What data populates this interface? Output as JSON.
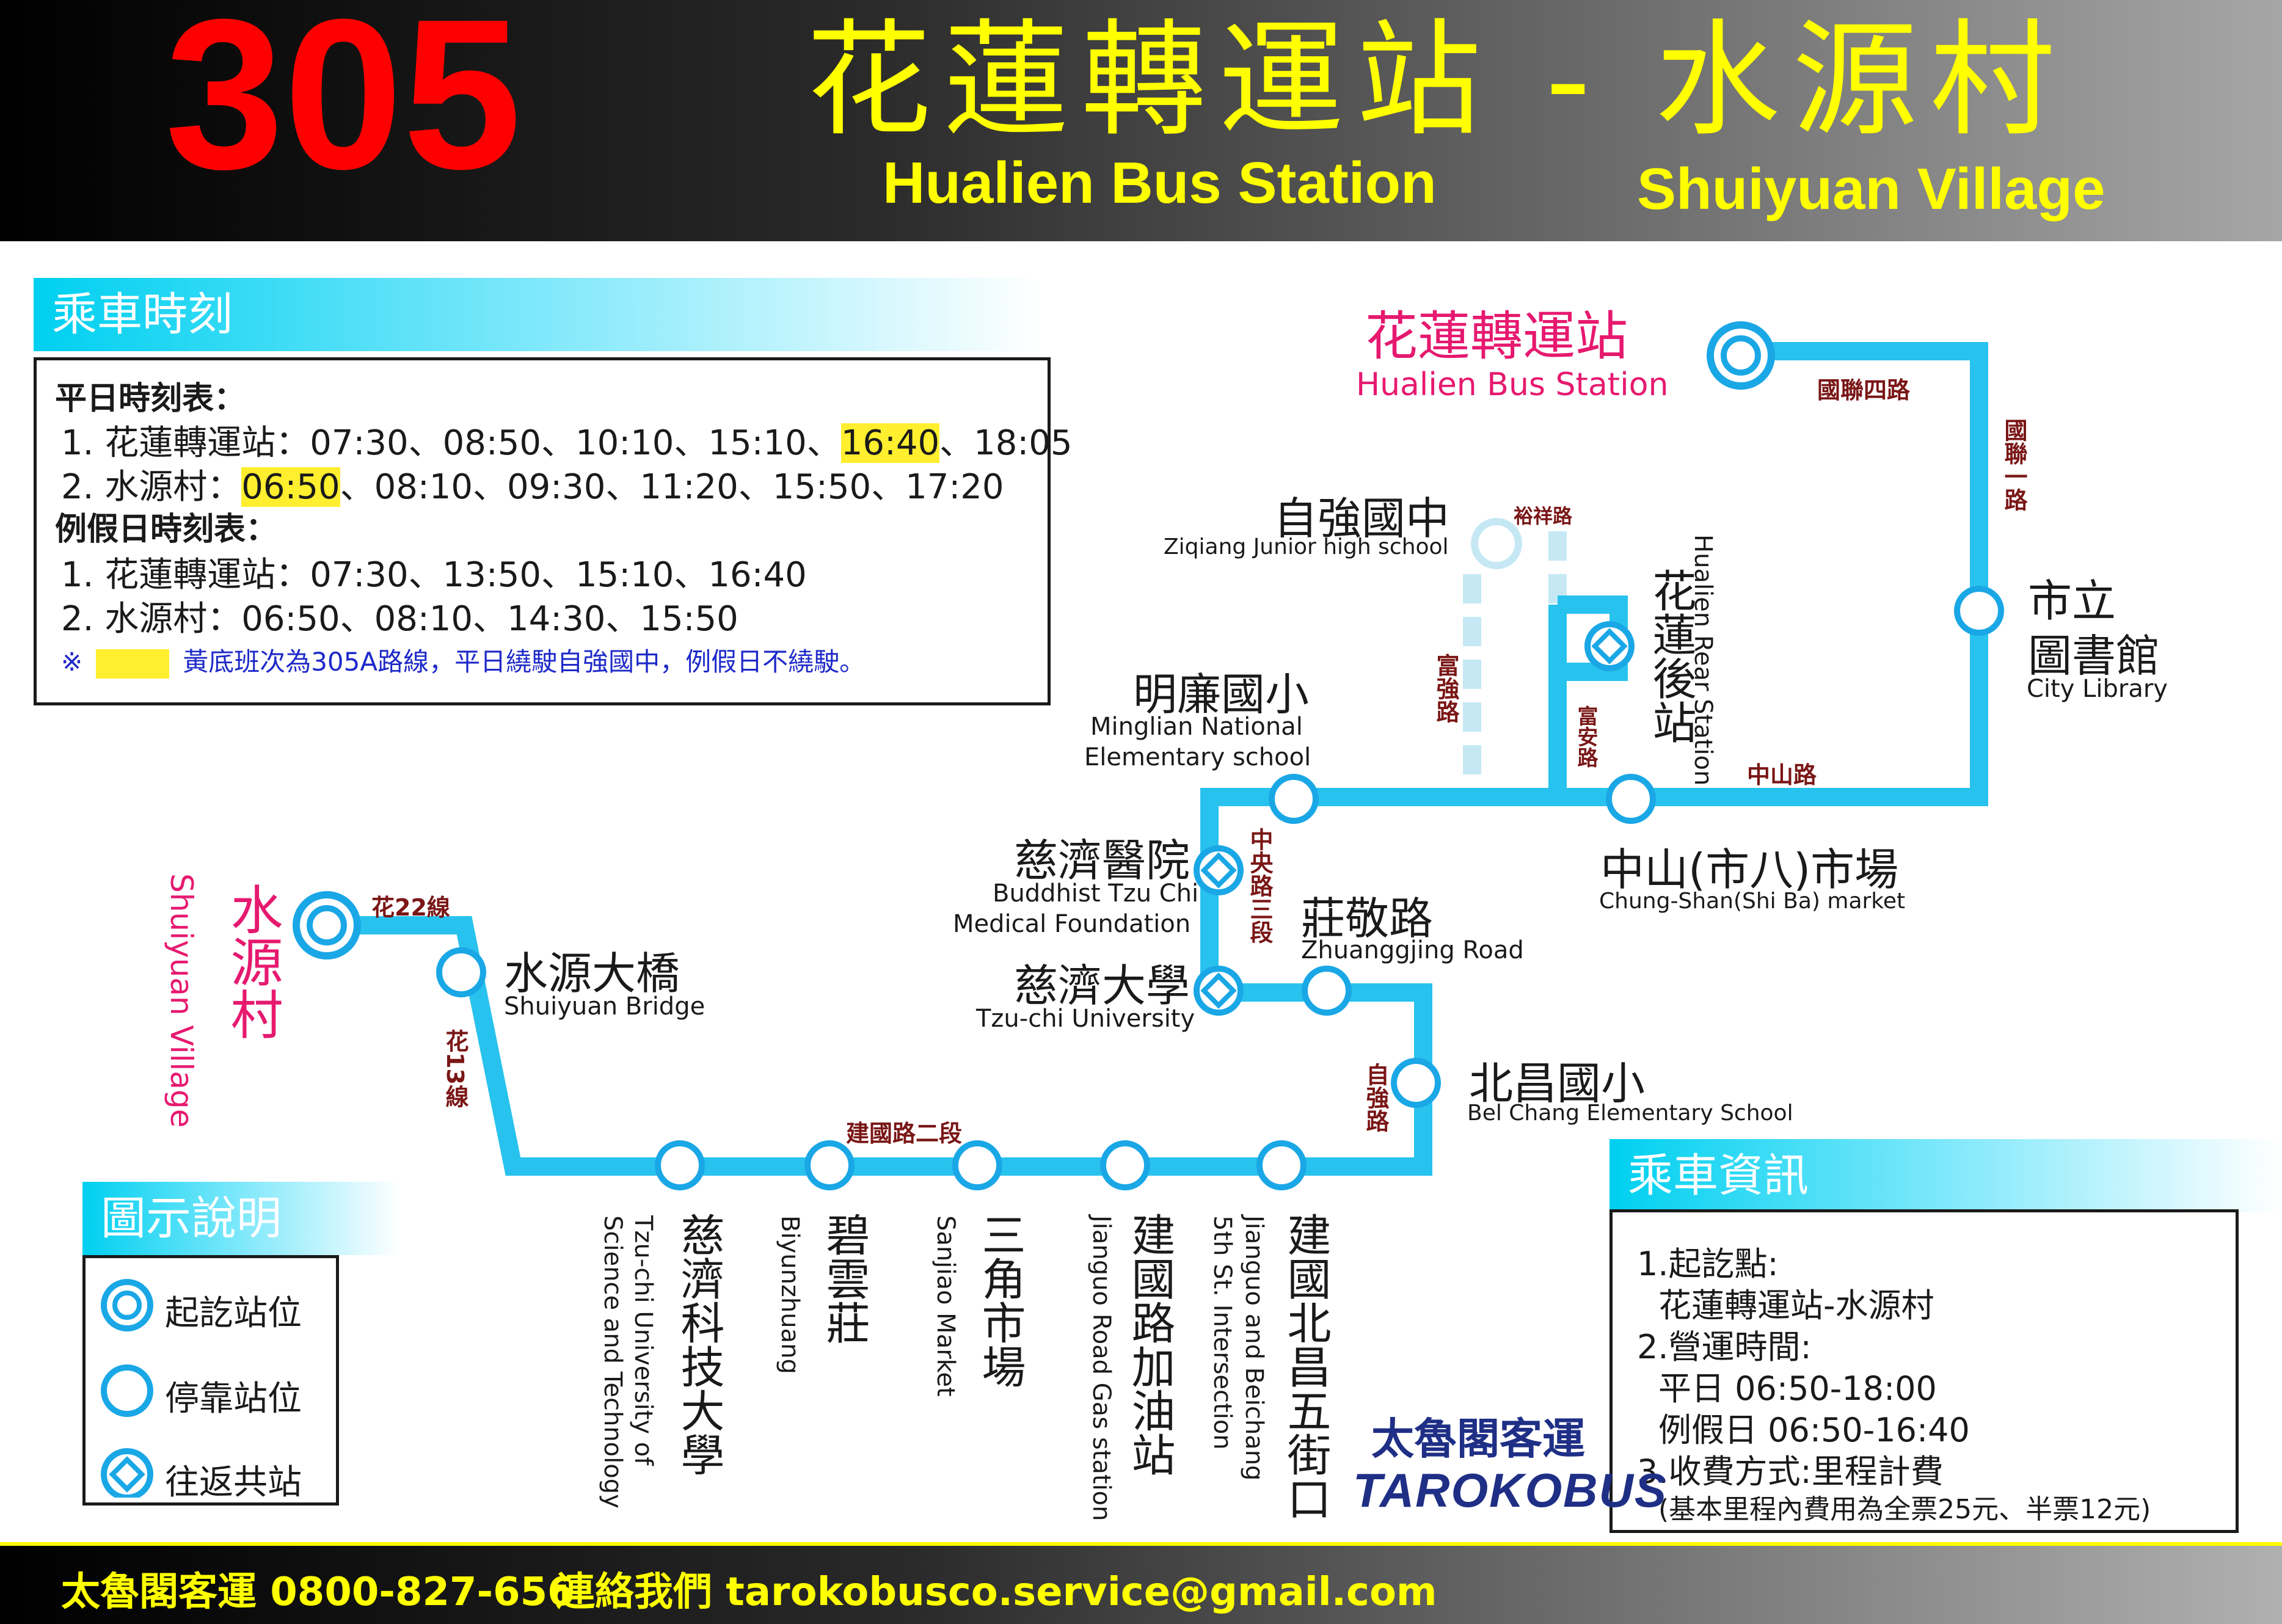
{
  "header": {
    "route_number": "305",
    "title_zh": "花蓮轉運站 - 水源村",
    "origin_en": "Hualien Bus Station",
    "dest_en": "Shuiyuan Village"
  },
  "timetable": {
    "tab_label": "乘車時刻",
    "weekday_heading": "平日時刻表：",
    "weekday_line1_prefix": "1. 花蓮轉運站：07:30、08:50、10:10、15:10、",
    "weekday_line1_highlight": "16:40",
    "weekday_line1_suffix": "、18:05",
    "weekday_line2_prefix": "2. 水源村：",
    "weekday_line2_highlight": "06:50",
    "weekday_line2_suffix": "、08:10、09:30、11:20、15:50、17:20",
    "holiday_heading": "例假日時刻表：",
    "holiday_line1": "1. 花蓮轉運站：07:30、13:50、15:10、16:40",
    "holiday_line2": "2. 水源村：06:50、08:10、14:30、15:50",
    "note_mark": "※",
    "note_text": "黃底班次為305A路線，平日繞駛自強國中，例假日不繞駛。",
    "highlight_color": "#ffef2e"
  },
  "stops": {
    "hualien_station": {
      "zh": "花蓮轉運站",
      "en": "Hualien Bus Station"
    },
    "city_library": {
      "zh_1": "市立",
      "zh_2": "圖書館",
      "en": "City Library"
    },
    "hualien_rear": {
      "zh": "花蓮後站",
      "en": "Hualien Rear Station"
    },
    "ziqiang": {
      "zh": "自強國中",
      "en": "Ziqiang Junior high school"
    },
    "minglian": {
      "zh": "明廉國小",
      "en_1": "Minglian National",
      "en_2": "Elementary school"
    },
    "chungshan": {
      "zh": "中山(市八)市場",
      "en": "Chung-Shan(Shi Ba) market"
    },
    "tzuchi_hospital": {
      "zh": "慈濟醫院",
      "en_1": "Buddhist Tzu Chi",
      "en_2": "Medical Foundation"
    },
    "zhuangjing": {
      "zh": "莊敬路",
      "en": "Zhuanggjing Road"
    },
    "tzuchi_univ": {
      "zh": "慈濟大學",
      "en": "Tzu-chi University"
    },
    "beichang": {
      "zh": "北昌國小",
      "en": "Bel Chang Elementary School"
    },
    "beichang_5th": {
      "zh": "建國北昌五街口",
      "en_1": "Jianguo and Beichang",
      "en_2": "5th St. Intersection"
    },
    "gas_station": {
      "zh": "建國路加油站",
      "en": "Jianguo Road Gas station"
    },
    "sanjiao": {
      "zh": "三角市場",
      "en": "Sanjiao Market"
    },
    "biyunzhuang": {
      "zh": "碧雲莊",
      "en": "Biyunzhuang"
    },
    "tzuchi_tech": {
      "zh": "慈濟科技大學",
      "en_1": "Tzu-chi University of",
      "en_2": "Science and Technology"
    },
    "shuiyuan_bridge": {
      "zh": "水源大橋",
      "en": "Shuiyuan Bridge"
    },
    "shuiyuan_village": {
      "zh": "水源村",
      "en": "Shuiyuan Village"
    }
  },
  "roads": {
    "guolian4": "國聯四路",
    "guolian1": "國聯一路",
    "yuxiang": "裕祥路",
    "fuqiang": "富強路",
    "fuan": "富安路",
    "zhongshan": "中山路",
    "zhongyang3": "中央路三段",
    "ziqiang_rd": "自強路",
    "jianguo2": "建國路二段",
    "hua13": "花13線",
    "hua22": "花22線"
  },
  "legend": {
    "tab_label": "圖示說明",
    "terminal": "起訖站位",
    "stop": "停靠站位",
    "shared": "往返共站"
  },
  "info": {
    "tab_label": "乘車資訊",
    "line1": "1.起訖點:",
    "line2": "花蓮轉運站-水源村",
    "line3": "2.營運時間:",
    "line4": "平日 06:50-18:00",
    "line5": "例假日 06:50-16:40",
    "line6": "3.收費方式:里程計費",
    "line7": "(基本里程內費用為全票25元、半票12元)"
  },
  "brand": {
    "zh": "太魯閣客運",
    "en": "TAROKOBUS"
  },
  "footer": {
    "company": "太魯閣客運  0800-827-656",
    "contact": "連絡我們  tarokobusco.service@gmail.com"
  },
  "colors": {
    "route": "#28c2ee",
    "route_dashed": "#c6e8f5",
    "stop_ring": "#1aa7e6",
    "pink": "#e6196f",
    "header_yellow": "#ffff00",
    "route_number_red": "#ff0000"
  }
}
